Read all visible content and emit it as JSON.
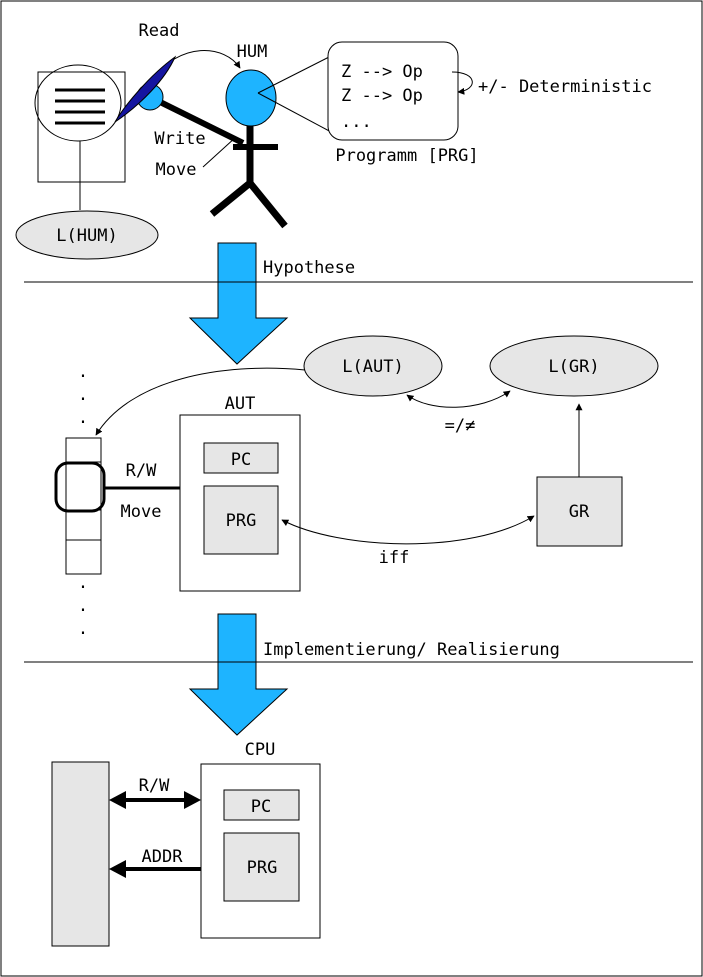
{
  "hum_section": {
    "read_label": "Read",
    "hum_label": "HUM",
    "write_label": "Write",
    "move_label": "Move",
    "program_line1": "Z --> Op",
    "program_line2": "Z --> Op",
    "program_line3": "...",
    "deterministic_label": "+/- Deterministic",
    "program_caption": "Programm [PRG]",
    "language_label": "L(HUM)"
  },
  "divider1_label": "Hypothese",
  "aut_section": {
    "l_aut_label": "L(AUT)",
    "l_gr_label": "L(GR)",
    "aut_label": "AUT",
    "pc_label": "PC",
    "prg_label": "PRG",
    "rw_label": "R/W",
    "move_label": "Move",
    "neq_label": "=/≠",
    "gr_label": "GR",
    "iff_label": "iff"
  },
  "divider2_label": "Implementierung/ Realisierung",
  "cpu_section": {
    "cpu_label": "CPU",
    "pc_label": "PC",
    "prg_label": "PRG",
    "rw_label": "R/W",
    "addr_label": "ADDR"
  },
  "colors": {
    "arrow_fill": "#1eb4ff",
    "box_fill": "#e6e6e6",
    "ellipse_fill": "#e6e6e6",
    "pen_fill": "#1515a0",
    "head_fill": "#1eb4ff"
  }
}
